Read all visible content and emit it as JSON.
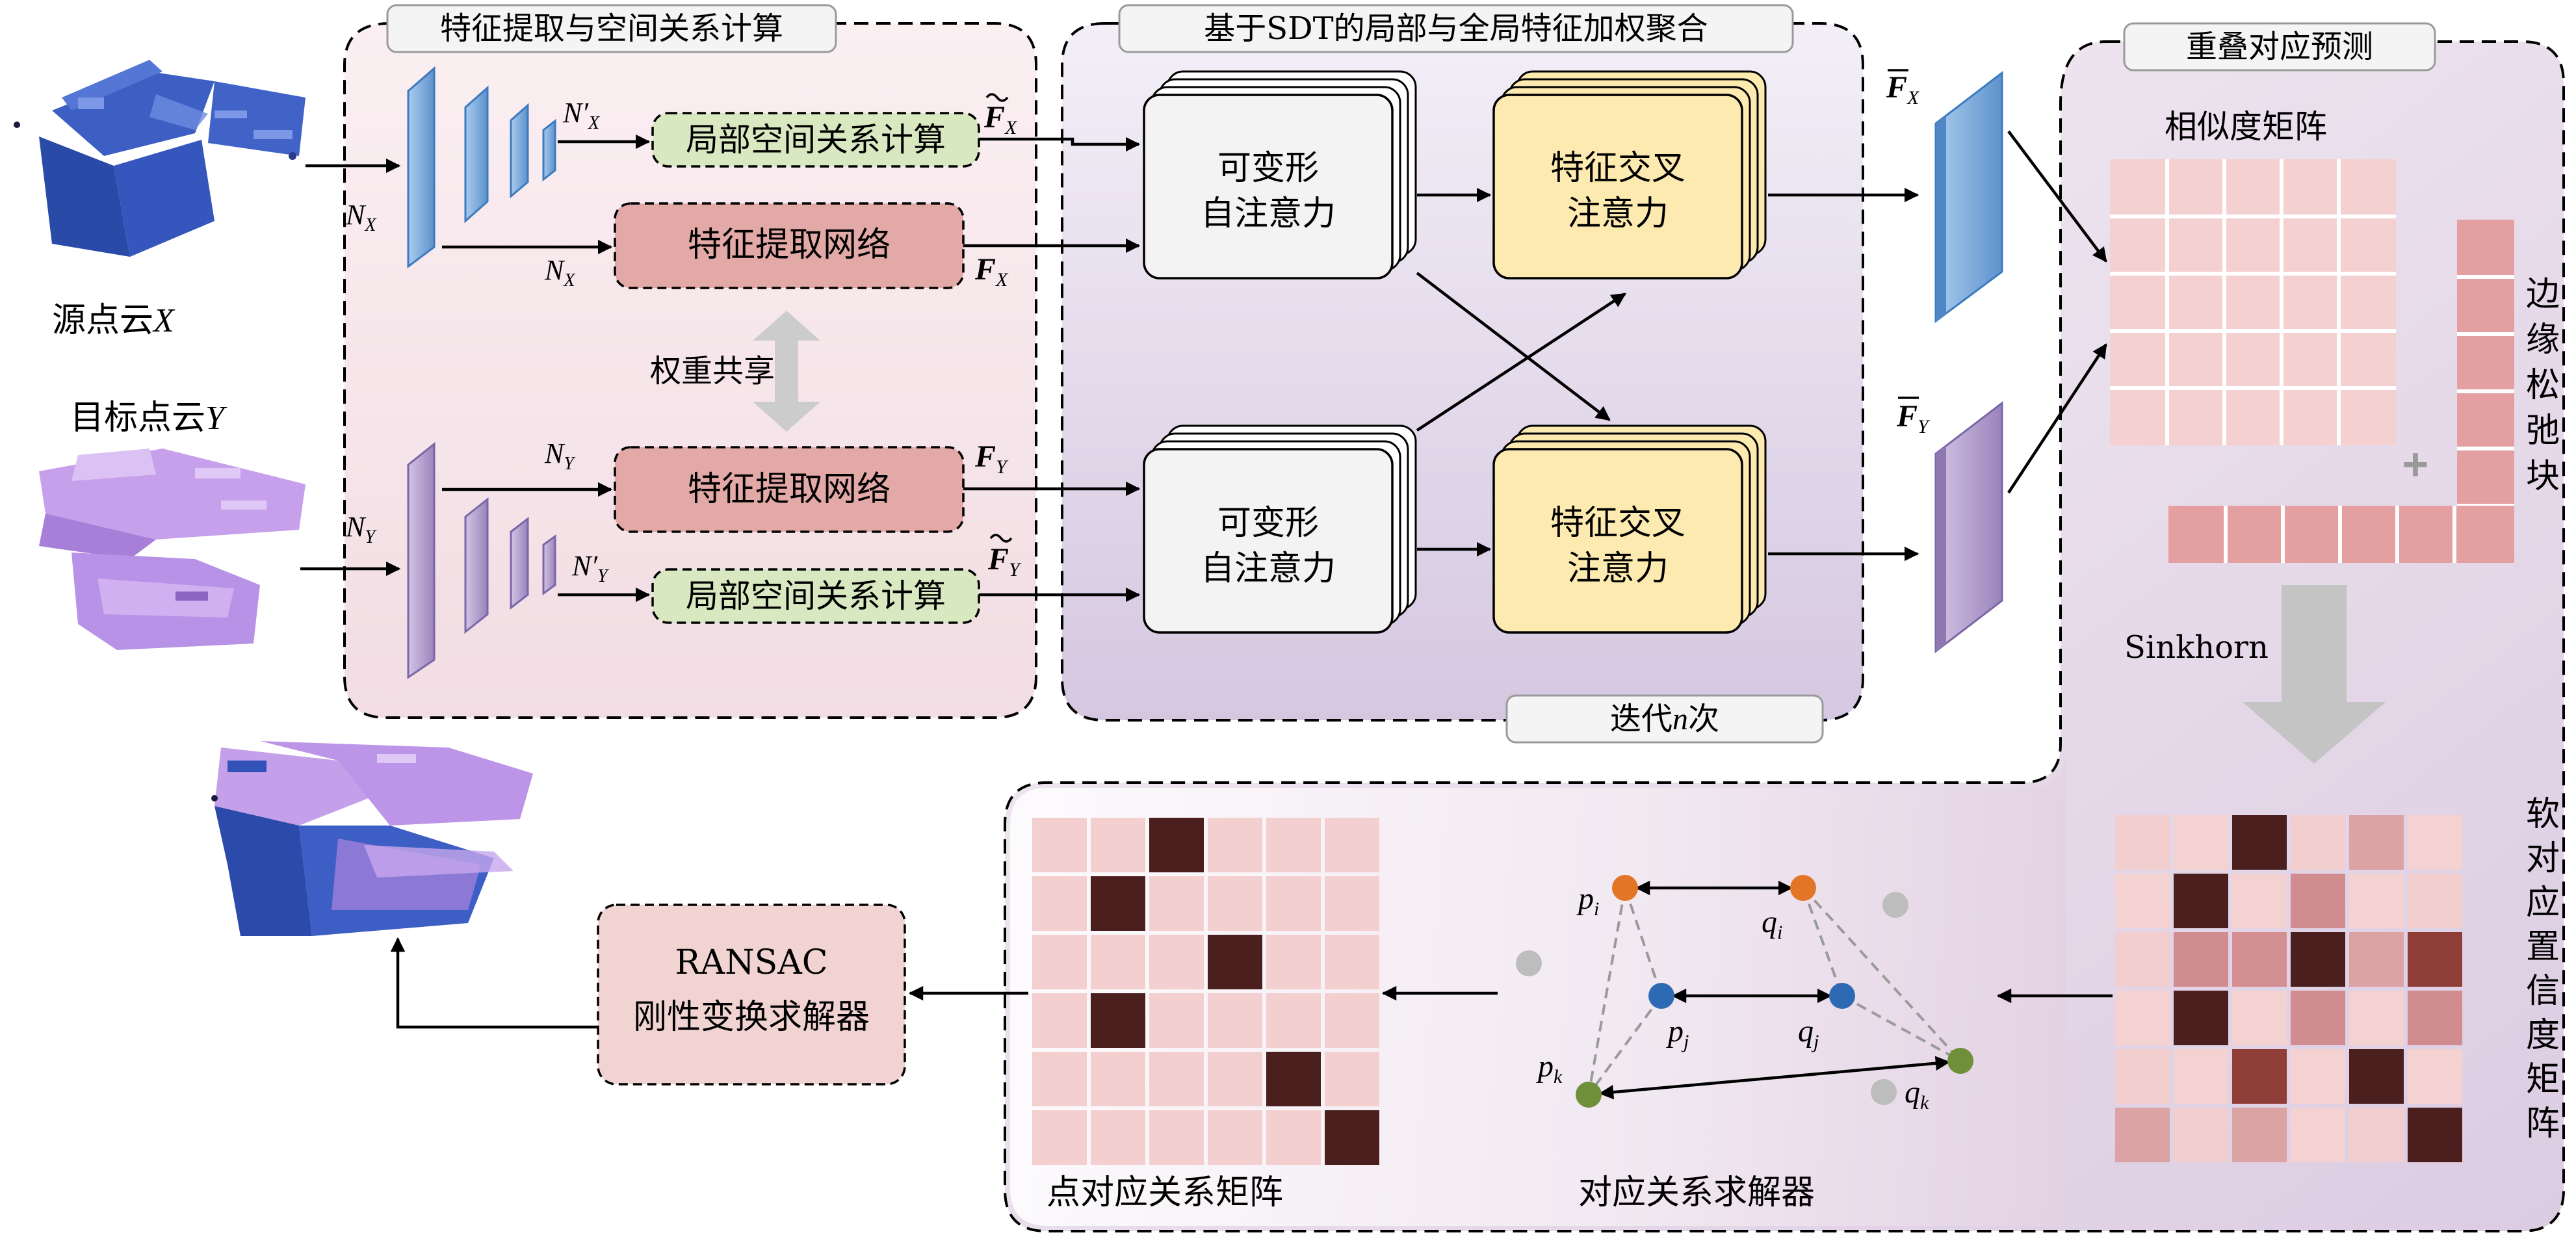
{
  "sections": {
    "extraction": "特征提取与空间关系计算",
    "aggregation": "基于SDT的局部与全局特征加权聚合",
    "overlap": "重叠对应预测",
    "iterate_prefix": "迭代",
    "iterate_var": "n",
    "iterate_suffix": "次"
  },
  "source": {
    "label_prefix": "源点云",
    "label_var": "X"
  },
  "target": {
    "label_prefix": "目标点云",
    "label_var": "Y"
  },
  "extraction": {
    "local_spatial": "局部空间关系计算",
    "feature_net": "特征提取网络",
    "weight_share": "权重共享",
    "NX": "N",
    "NX_sub": "X",
    "NY": "N",
    "NY_sub": "Y",
    "NXp": "N′",
    "NXp_sub": "X",
    "NYp": "N′",
    "NYp_sub": "Y",
    "FX": "F",
    "FX_sub": "X",
    "FY": "F",
    "FY_sub": "Y",
    "FXt": "F",
    "FXt_sub": "X",
    "FYt": "F",
    "FYt_sub": "Y"
  },
  "aggregation": {
    "self_attn_l1": "可变形",
    "self_attn_l2": "自注意力",
    "cross_attn_l1": "特征交叉",
    "cross_attn_l2": "注意力"
  },
  "overlap": {
    "FXbar": "F",
    "FXbar_sub": "X",
    "FYbar": "F",
    "FYbar_sub": "Y",
    "similarity": "相似度矩阵",
    "slack": [
      "边",
      "缘",
      "松",
      "弛",
      "块"
    ],
    "plus": "+",
    "sinkhorn": "Sinkhorn",
    "soft_conf": [
      "软",
      "对",
      "应",
      "置",
      "信",
      "度",
      "矩",
      "阵"
    ]
  },
  "bottom": {
    "point_corr": "点对应关系矩阵",
    "solver": "对应关系求解器",
    "ransac_l1": "RANSAC",
    "ransac_l2": "刚性变换求解器",
    "pi": "p",
    "pi_sub": "i",
    "pj": "p",
    "pj_sub": "j",
    "pk": "p",
    "pk_sub": "k",
    "qi": "q",
    "qi_sub": "i",
    "qj": "q",
    "qj_sub": "j",
    "qk": "q",
    "qk_sub": "k"
  },
  "matrices": {
    "soft": [
      [
        "#f2cece",
        "#f4d2d2",
        "#4a1f1d",
        "#f2cece",
        "#dba3a4",
        "#f4d2d2"
      ],
      [
        "#f4d2d2",
        "#4a1f1d",
        "#f4d2d2",
        "#d08c8f",
        "#f4d2d2",
        "#f2cece"
      ],
      [
        "#f2cece",
        "#d08c8f",
        "#d38f91",
        "#4a1f1d",
        "#dba3a4",
        "#8e3d37"
      ],
      [
        "#f4d2d2",
        "#4a1f1d",
        "#f4d2d2",
        "#d08c8f",
        "#f4d2d2",
        "#d08c8f"
      ],
      [
        "#f2cece",
        "#f4d2d2",
        "#8e3d37",
        "#f4d2d2",
        "#4a1f1d",
        "#f4d2d2"
      ],
      [
        "#dba3a4",
        "#f2cece",
        "#dba3a4",
        "#f4d2d2",
        "#f2cece",
        "#4a1f1d"
      ]
    ],
    "corr": [
      [
        "#f4cfcf",
        "#f4cfcf",
        "#4a1f1d",
        "#f4cfcf",
        "#f4cfcf",
        "#f4cfcf"
      ],
      [
        "#f4cfcf",
        "#4a1f1d",
        "#f4cfcf",
        "#f4cfcf",
        "#f4cfcf",
        "#f4cfcf"
      ],
      [
        "#f4cfcf",
        "#f4cfcf",
        "#f4cfcf",
        "#4a1f1d",
        "#f4cfcf",
        "#f4cfcf"
      ],
      [
        "#f4cfcf",
        "#4a1f1d",
        "#f4cfcf",
        "#f4cfcf",
        "#f4cfcf",
        "#f4cfcf"
      ],
      [
        "#f4cfcf",
        "#f4cfcf",
        "#f4cfcf",
        "#f4cfcf",
        "#4a1f1d",
        "#f4cfcf"
      ],
      [
        "#f4cfcf",
        "#f4cfcf",
        "#f4cfcf",
        "#f4cfcf",
        "#f4cfcf",
        "#4a1f1d"
      ]
    ]
  },
  "colors": {
    "blue_pc": "#2f52b8",
    "purple_pc": "#b48ae6",
    "green_box": "#d8e8c0",
    "red_box": "#e2a9a6",
    "attn_box": "#f3f3f3",
    "cross_box": "#fdeab0",
    "blue_feat": "#7eaedc",
    "purple_feat": "#a993c4",
    "sim_cell": "#f4d0d0",
    "orange_pt": "#e37526",
    "blue_pt": "#2e6ab4",
    "green_pt": "#6f8f3a",
    "gray_pt": "#bdbdbd"
  }
}
